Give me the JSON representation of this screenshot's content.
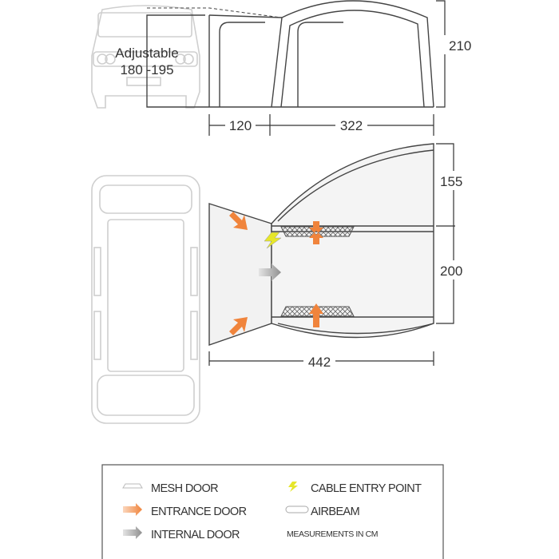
{
  "front_view": {
    "adjustable_label": "Adjustable",
    "adjustable_range": "180 -195",
    "height": "210",
    "porch_width": "120",
    "main_width": "322"
  },
  "plan_view": {
    "depth_front": "155",
    "depth_main": "200",
    "total_width": "442"
  },
  "legend": {
    "mesh_door": "MESH DOOR",
    "entrance_door": "ENTRANCE DOOR",
    "internal_door": "INTERNAL DOOR",
    "cable_entry": "CABLE ENTRY POINT",
    "airbeam": "AIRBEAM",
    "units_note": "MEASUREMENTS IN CM"
  },
  "colors": {
    "entrance": "#f0843c",
    "internal": "#999999",
    "cable": "#e6e62a"
  }
}
